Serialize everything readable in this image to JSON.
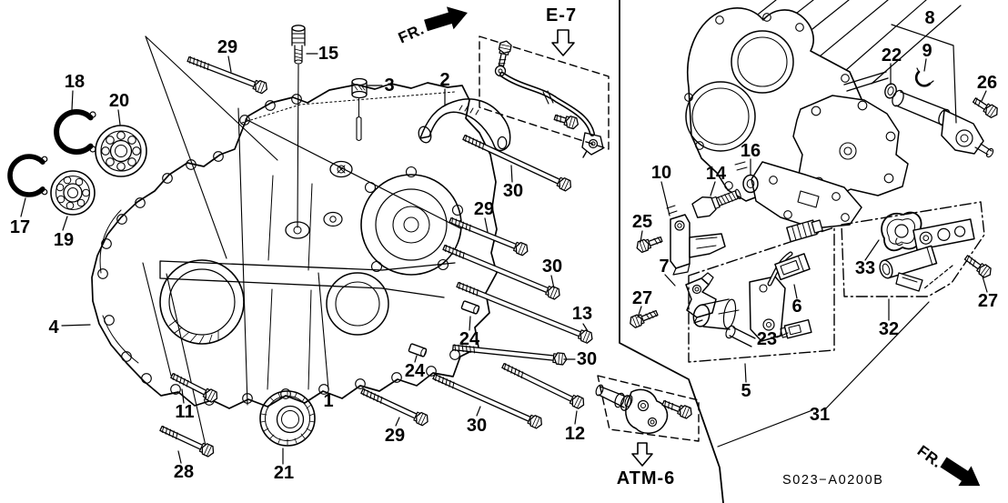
{
  "diagram": {
    "drawing_code": "S023−A0200B",
    "front_label": "FR.",
    "ref_links": {
      "e7": "E-7",
      "atm6": "ATM-6"
    }
  },
  "part_numbers": {
    "n1": "1",
    "n2": "2",
    "n3": "3",
    "n4": "4",
    "n5": "5",
    "n6": "6",
    "n7": "7",
    "n8": "8",
    "n9": "9",
    "n10": "10",
    "n11": "11",
    "n12": "12",
    "n13": "13",
    "n14": "14",
    "n15": "15",
    "n16": "16",
    "n17": "17",
    "n18": "18",
    "n19": "19",
    "n20": "20",
    "n21": "21",
    "n22": "22",
    "n23": "23",
    "n24": "24",
    "n25": "25",
    "n26": "26",
    "n27": "27",
    "n28": "28",
    "n29": "29",
    "n30": "30",
    "n31": "31",
    "n32": "32",
    "n33": "33"
  }
}
